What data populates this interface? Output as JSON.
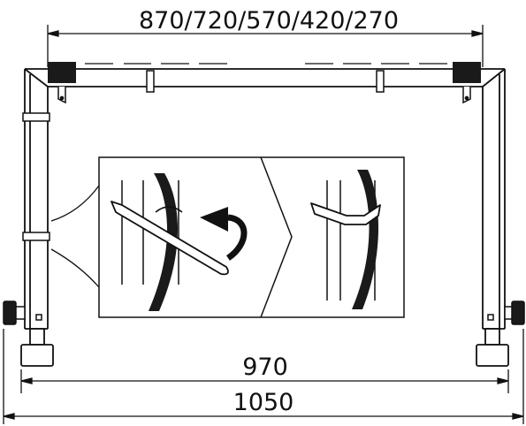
{
  "dimensions": {
    "top_width": "870/720/570/420/270",
    "inner_width": "970",
    "outer_width": "1050"
  },
  "colors": {
    "line": "#111111",
    "fill_dark": "#1a1a1a",
    "background": "#ffffff"
  },
  "icons": {
    "rotate_arrow": "curved-arrow-icon",
    "step_chevron": "chevron-right-icon"
  }
}
